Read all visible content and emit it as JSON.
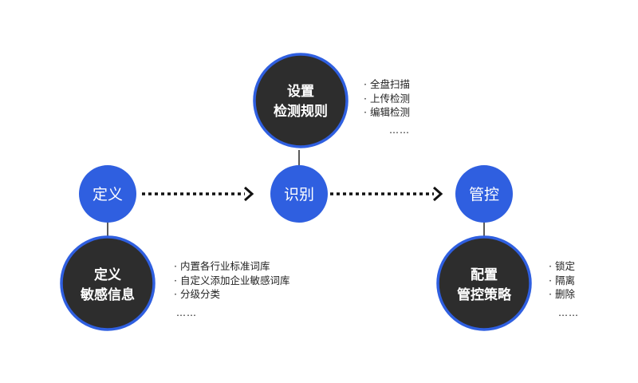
{
  "colors": {
    "blue": "#2f5fe0",
    "dark": "#2d2d2d",
    "ring": "#2f5fe0",
    "arrow": "#111111",
    "connector": "#222222"
  },
  "stages": {
    "define": "定义",
    "identify": "识别",
    "control": "管控"
  },
  "blocks": {
    "detect": {
      "line1": "设置",
      "line2": "检测规则"
    },
    "sensitive": {
      "line1": "定义",
      "line2": "敏感信息"
    },
    "policy": {
      "line1": "配置",
      "line2": "管控策略"
    }
  },
  "notes": {
    "detect": [
      "· 全盘扫描",
      "· 上传检测",
      "· 编辑检测"
    ],
    "sensitive": [
      "· 内置各行业标准词库",
      "· 自定义添加企业敏感词库",
      "· 分级分类"
    ],
    "policy": [
      "· 锁定",
      "· 隔离",
      "· 删除"
    ],
    "ellipsis": "……"
  }
}
